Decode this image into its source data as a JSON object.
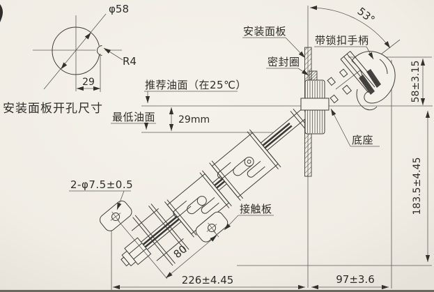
{
  "colors": {
    "paper": "#f1ede5",
    "line": "#3e3c39",
    "dark_fill": "#3a3834"
  },
  "detail_view": {
    "title": "安装面板开孔尺寸",
    "diameter_label": "φ58",
    "radius_label": "R4",
    "offset_label": "29"
  },
  "part_labels": {
    "mounting_panel": "安装面板",
    "locking_handle": "带锁扣手柄",
    "seal_ring": "密封圈",
    "base": "底座",
    "contact_plate": "接触板",
    "mounting_holes": "2-φ7.5±0.5"
  },
  "oil_levels": {
    "recommended": "推荐油面（在25℃）",
    "minimum": "最低油面",
    "gap": "29mm"
  },
  "dimensions": {
    "tilt_angle": "53°",
    "upper_height": "58±3.15",
    "lower_height": "183.5±4.45",
    "overall_width": "226±4.45",
    "right_width": "97±3.6",
    "hole_spacing": "80"
  }
}
